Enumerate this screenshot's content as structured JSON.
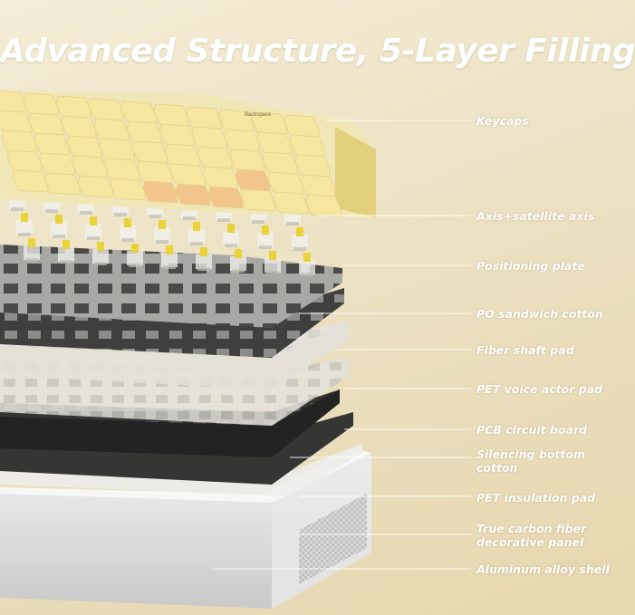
{
  "title": "Advanced Structure, 5-Layer Filling",
  "keycap_legend": "Backspace",
  "labels": [
    {
      "id": "keycaps",
      "lines": [
        "Keycaps"
      ]
    },
    {
      "id": "axis",
      "lines": [
        "Axis+satellite axis"
      ]
    },
    {
      "id": "positioning-plate",
      "lines": [
        "Positioning plate"
      ]
    },
    {
      "id": "po-sandwich-cotton",
      "lines": [
        "PO sandwich cotton"
      ]
    },
    {
      "id": "fiber-shaft-pad",
      "lines": [
        "Fiber shaft pad"
      ]
    },
    {
      "id": "pet-voice-actor-pad",
      "lines": [
        "PET voice actor pad"
      ]
    },
    {
      "id": "pcb-circuit-board",
      "lines": [
        "PCB circuit board"
      ]
    },
    {
      "id": "silencing-bottom-cotton",
      "lines": [
        "Silencing bottom",
        "cotton"
      ]
    },
    {
      "id": "pet-insulation-pad",
      "lines": [
        "PET insulation pad"
      ]
    },
    {
      "id": "carbon-fiber-panel",
      "lines": [
        "True carbon fiber",
        "decorative panel"
      ]
    },
    {
      "id": "aluminum-shell",
      "lines": [
        "Aluminum alloy shell"
      ]
    }
  ],
  "colors": {
    "keycap_yellow": "#f6e7a0",
    "keycap_orange": "#f2c58c",
    "switch_yellow": "#e9d23a",
    "plate_gray": "#9a9a96",
    "foam_dark": "#3d3d3c",
    "pcb_black": "#262626",
    "shell_silver": "#dcdcdc"
  }
}
